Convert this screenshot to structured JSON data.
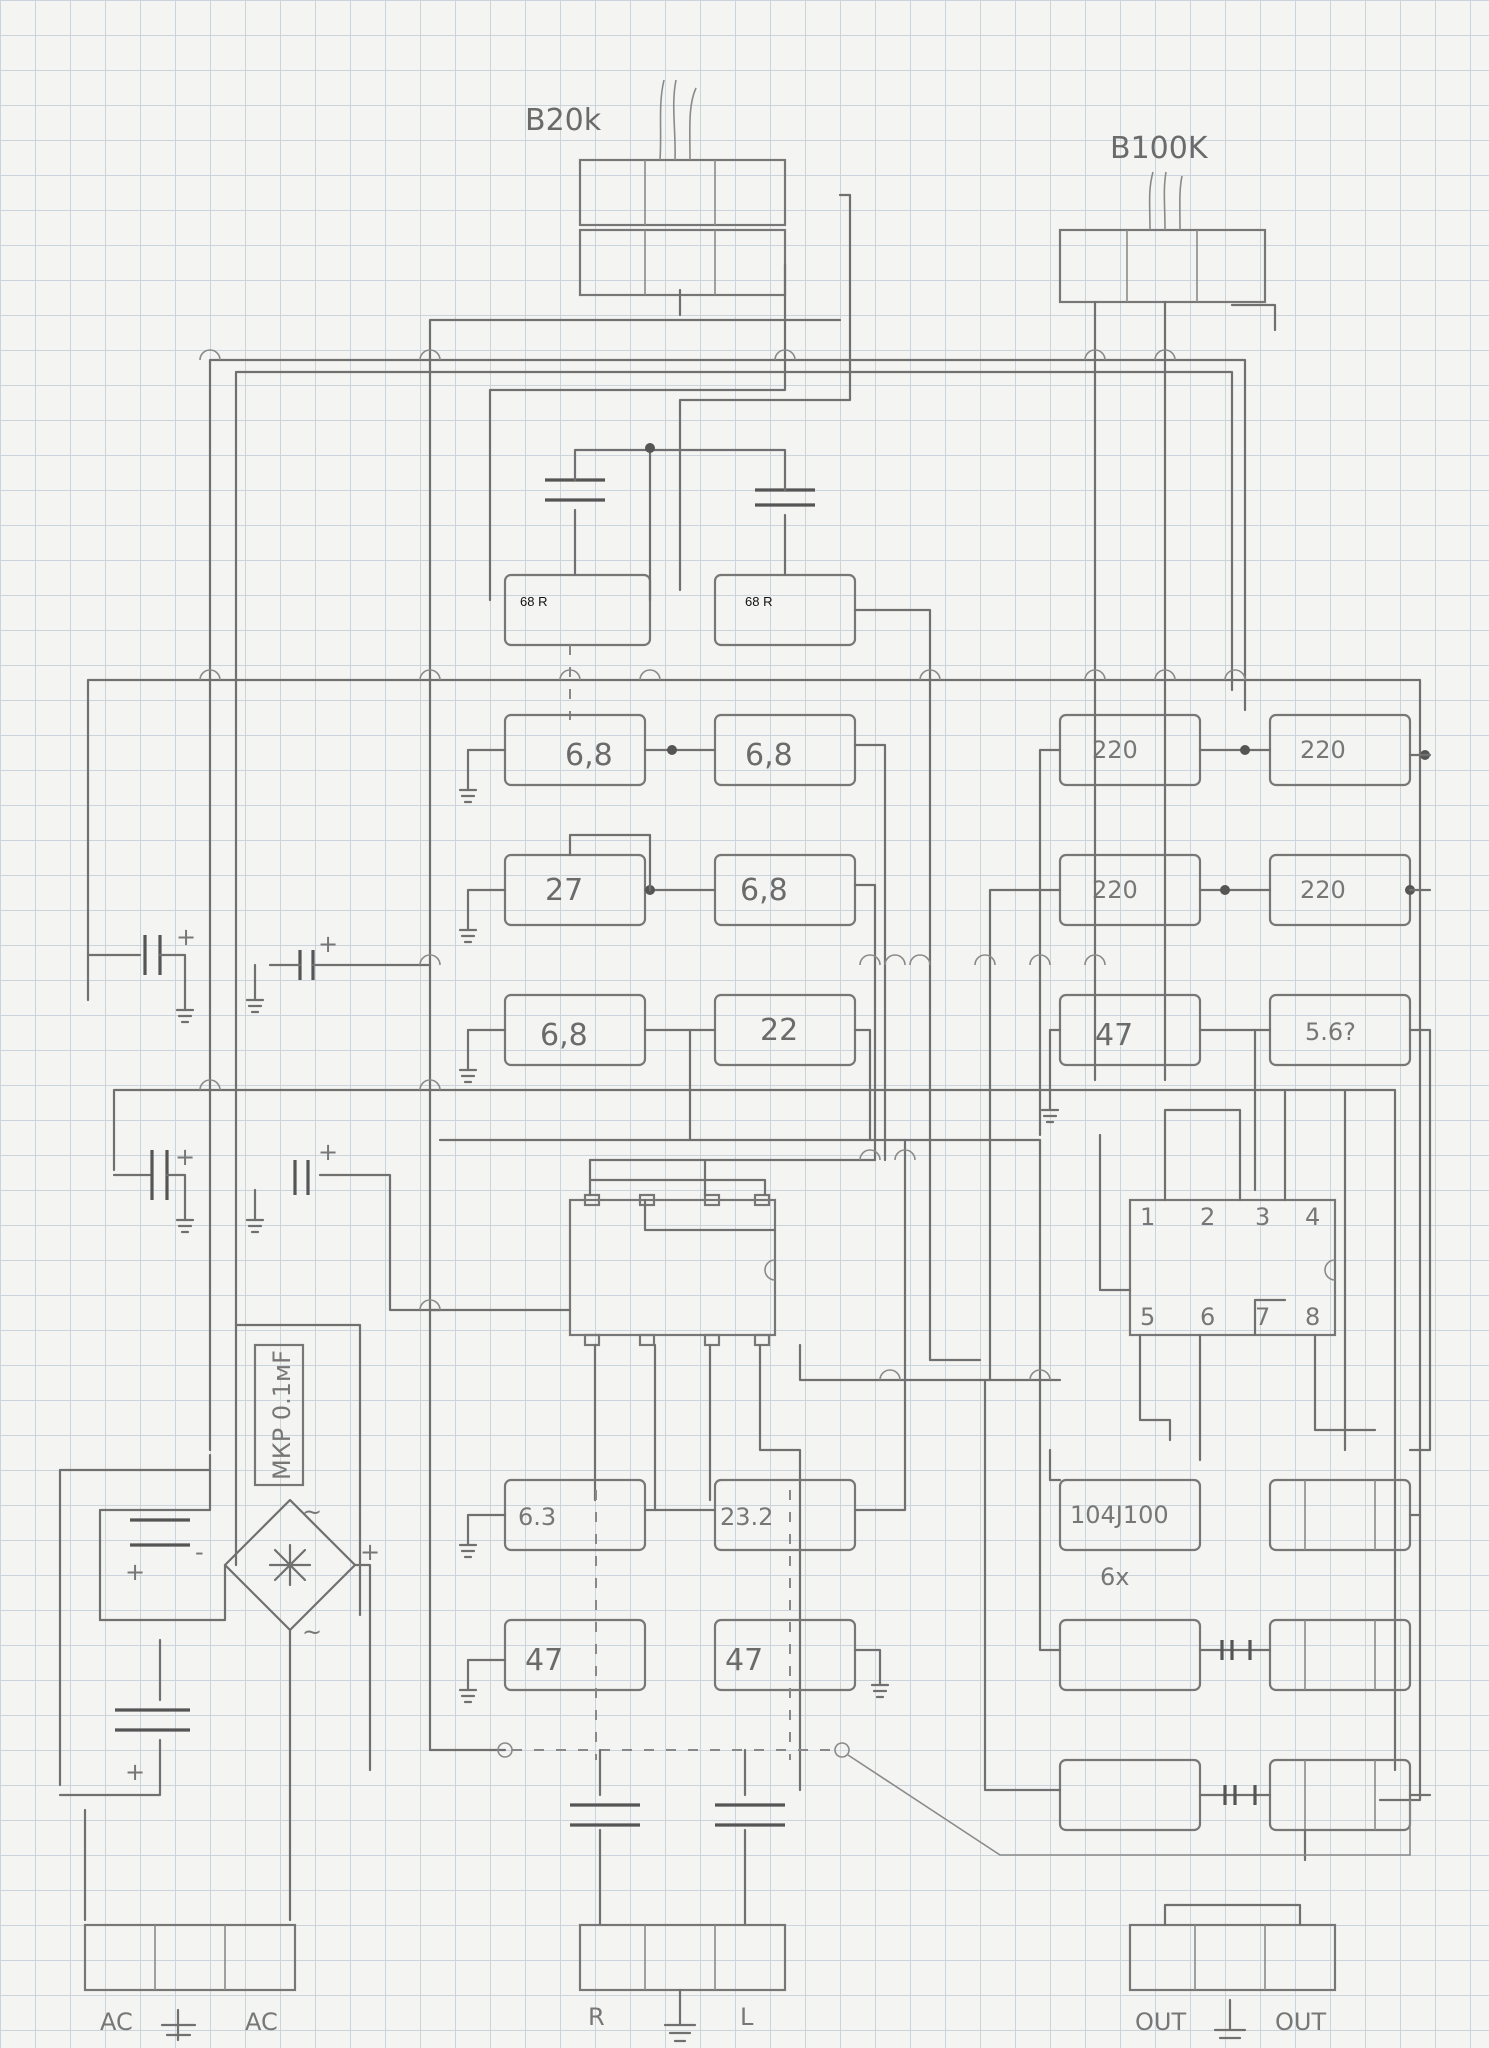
{
  "pots": {
    "volume": {
      "label": "B20k",
      "shaft": "Ш"
    },
    "tone": {
      "label": "B100K",
      "shaft": "Ш"
    }
  },
  "resistors": {
    "r68_left": "68 R",
    "r68_right": "68 R",
    "l_6_8a": "6,8",
    "l_6_8b": "6,8",
    "l_27": "27",
    "l_6_8c": "6,8",
    "l_6_8d": "6,8",
    "l_22": "22",
    "r_220a": "220",
    "r_220b": "220",
    "r_220c": "220",
    "r_220d": "220",
    "r_47": "47",
    "r_5_6": "5.6?",
    "l_6_3": "6.3",
    "l_23_2": "23.2",
    "l_47a": "47",
    "l_47b": "47"
  },
  "filter_cap": {
    "label": "104J100",
    "count": "6x"
  },
  "supply_cap": {
    "label": "МКР 0.1мF"
  },
  "ic_right": {
    "pins_top": [
      "1",
      "2",
      "3",
      "4"
    ],
    "pins_bottom": [
      "5",
      "6",
      "7",
      "8"
    ]
  },
  "connectors": {
    "power": [
      "AC",
      "AC"
    ],
    "input": [
      "R",
      "L"
    ],
    "output": [
      "OUT",
      "OUT"
    ]
  },
  "marks": {
    "plus": "+",
    "minus": "-",
    "tilde": "~"
  }
}
